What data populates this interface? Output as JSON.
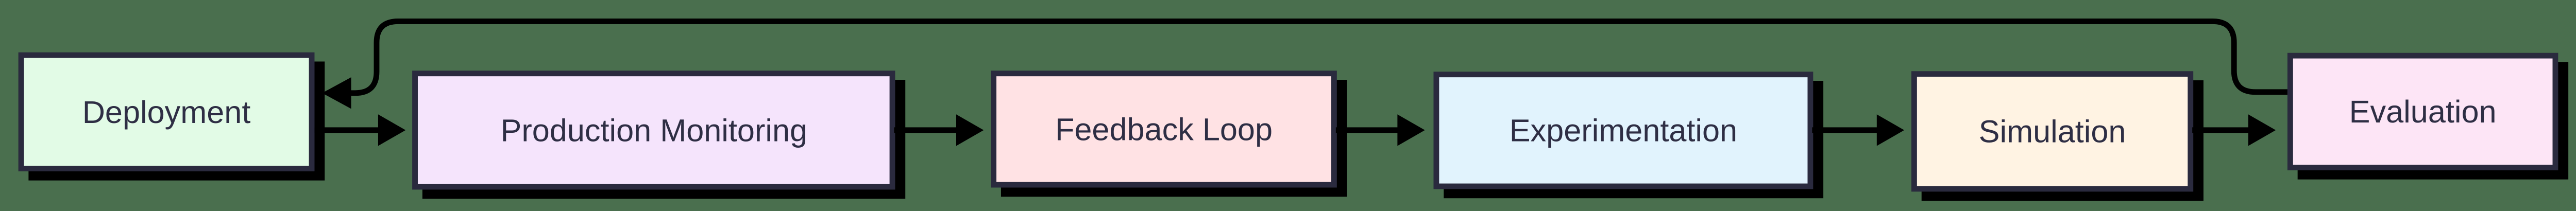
{
  "diagram": {
    "type": "flowchart",
    "background_color": "#4a6f4e",
    "node_border_color": "#2a2a3e",
    "node_text_color": "#2e2e44",
    "arrow_color": "#000000",
    "shadow_color": "#000000",
    "nodes": [
      {
        "id": "deployment",
        "label": "Deployment",
        "fill": "#e2fbe6"
      },
      {
        "id": "production-monitoring",
        "label": "Production Monitoring",
        "fill": "#f5e4fc"
      },
      {
        "id": "feedback-loop",
        "label": "Feedback Loop",
        "fill": "#ffe2e4"
      },
      {
        "id": "experimentation",
        "label": "Experimentation",
        "fill": "#e1f3fd"
      },
      {
        "id": "simulation",
        "label": "Simulation",
        "fill": "#fff3e3"
      },
      {
        "id": "evaluation",
        "label": "Evaluation",
        "fill": "#fde5f6"
      }
    ],
    "edges": [
      {
        "from": "deployment",
        "to": "production-monitoring",
        "type": "forward"
      },
      {
        "from": "production-monitoring",
        "to": "feedback-loop",
        "type": "forward"
      },
      {
        "from": "feedback-loop",
        "to": "experimentation",
        "type": "forward"
      },
      {
        "from": "experimentation",
        "to": "simulation",
        "type": "forward"
      },
      {
        "from": "simulation",
        "to": "evaluation",
        "type": "forward"
      },
      {
        "from": "evaluation",
        "to": "deployment",
        "type": "feedback-return"
      }
    ]
  }
}
